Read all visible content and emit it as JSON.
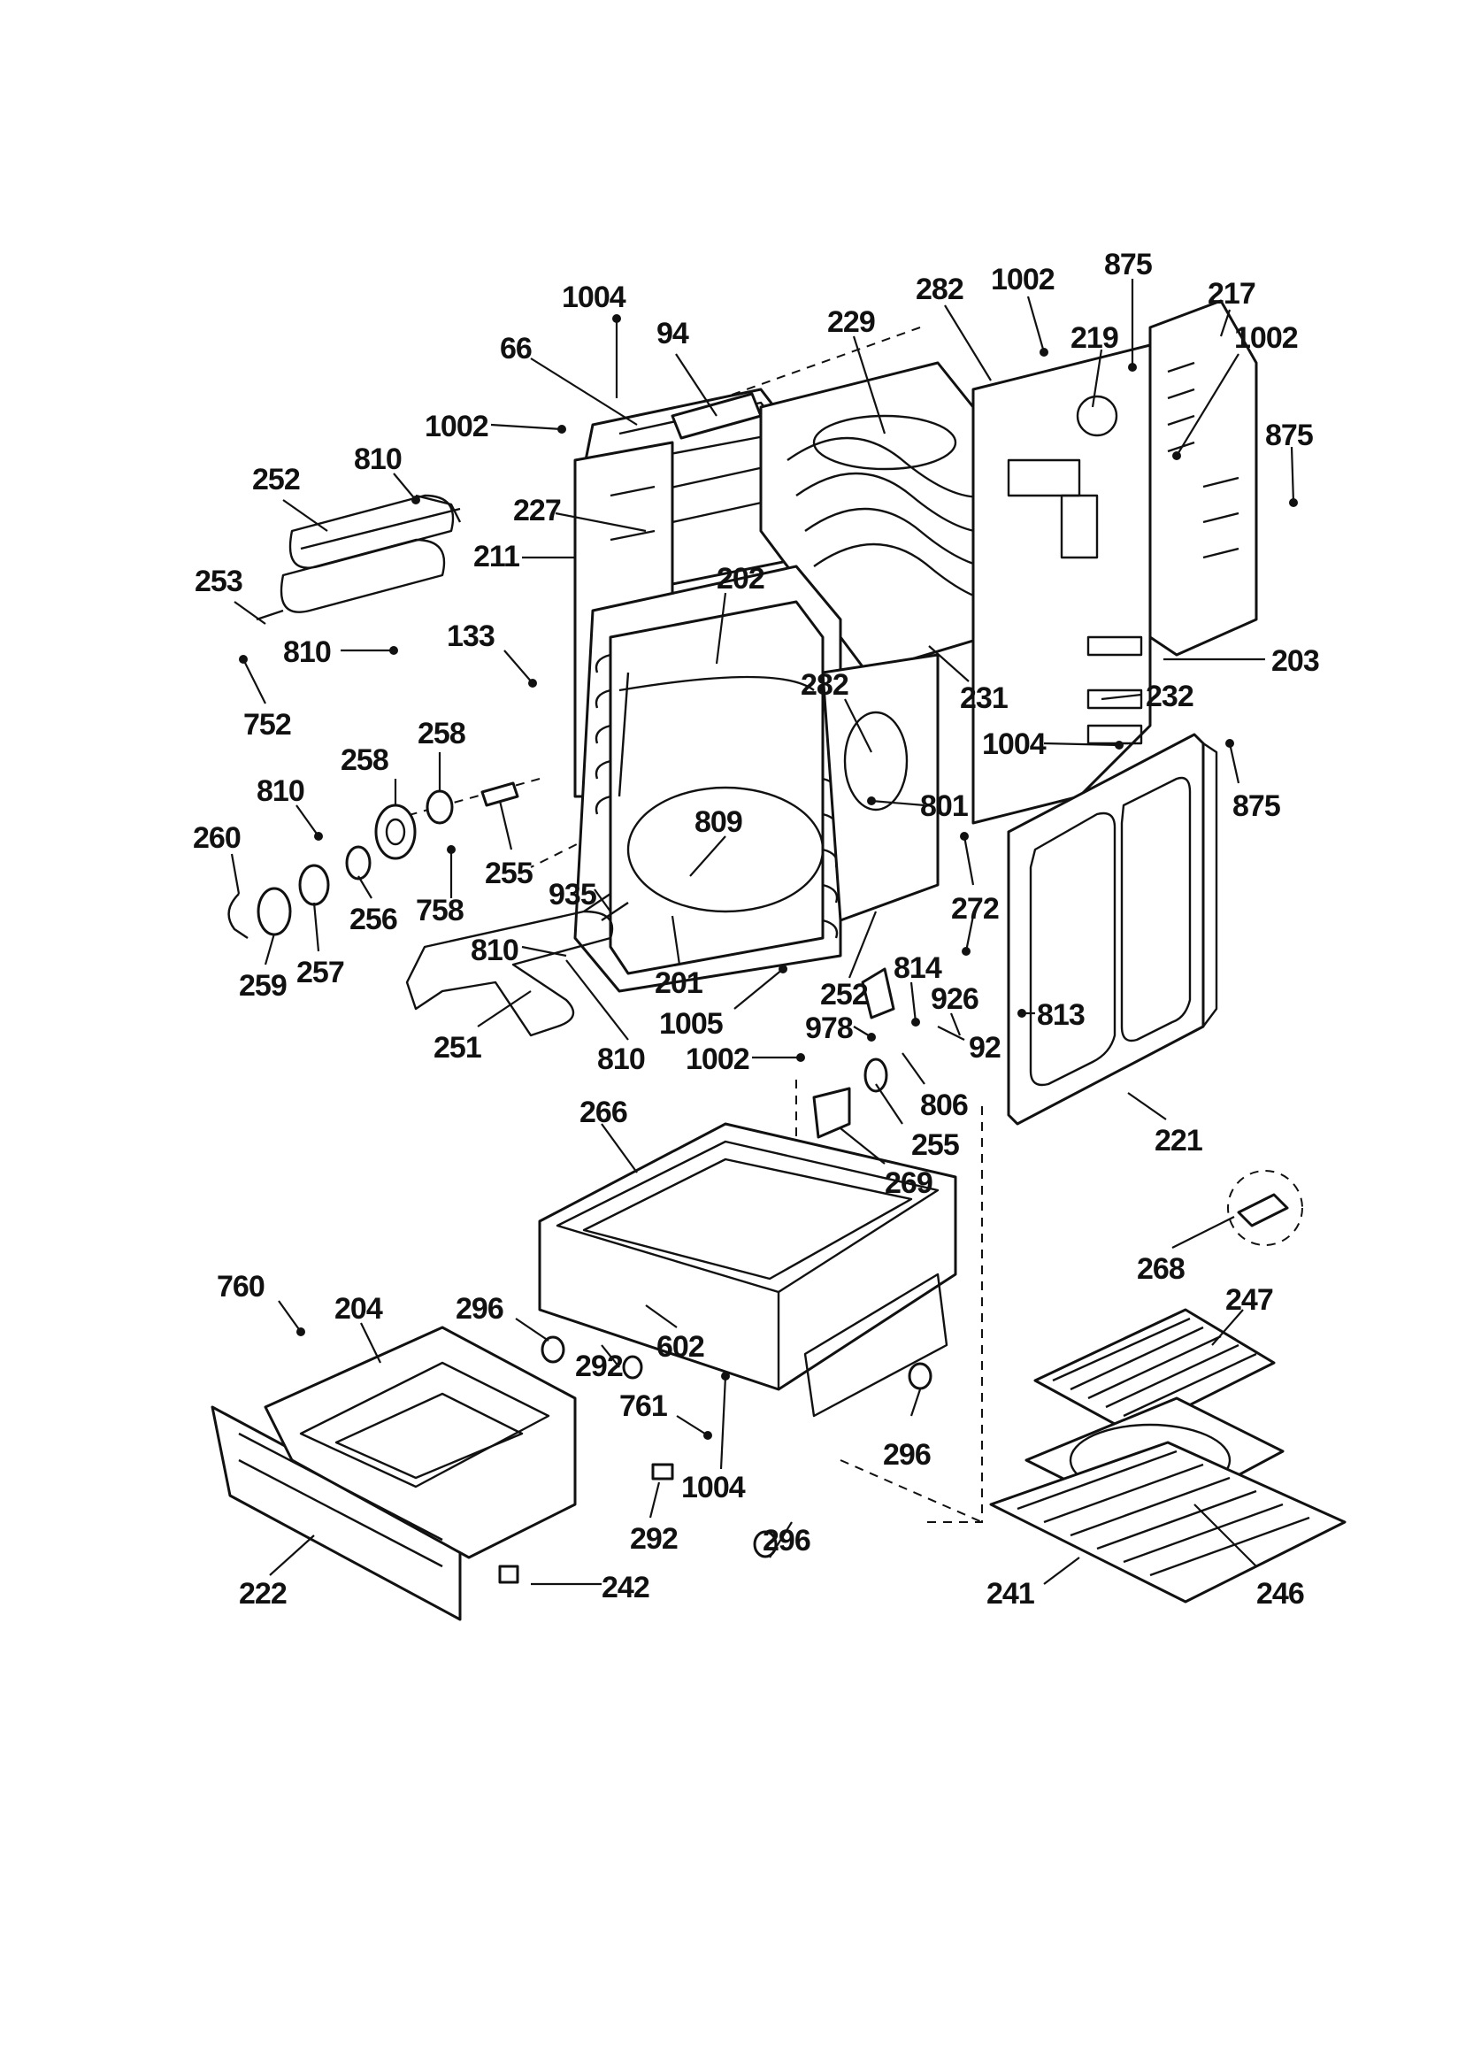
{
  "diagram": {
    "callouts": [
      {
        "id": "c1004a",
        "text": "1004"
      },
      {
        "id": "c94",
        "text": "94"
      },
      {
        "id": "c66",
        "text": "66"
      },
      {
        "id": "c1002a",
        "text": "1002"
      },
      {
        "id": "c229",
        "text": "229"
      },
      {
        "id": "c282a",
        "text": "282"
      },
      {
        "id": "c1002b",
        "text": "1002"
      },
      {
        "id": "c875a",
        "text": "875"
      },
      {
        "id": "c219",
        "text": "219"
      },
      {
        "id": "c217",
        "text": "217"
      },
      {
        "id": "c1002c",
        "text": "1002"
      },
      {
        "id": "c875b",
        "text": "875"
      },
      {
        "id": "c252a",
        "text": "252"
      },
      {
        "id": "c810a",
        "text": "810"
      },
      {
        "id": "c227",
        "text": "227"
      },
      {
        "id": "c211",
        "text": "211"
      },
      {
        "id": "c202",
        "text": "202"
      },
      {
        "id": "c253",
        "text": "253"
      },
      {
        "id": "c810b",
        "text": "810"
      },
      {
        "id": "c133",
        "text": "133"
      },
      {
        "id": "c752",
        "text": "752"
      },
      {
        "id": "c231",
        "text": "231"
      },
      {
        "id": "c203",
        "text": "203"
      },
      {
        "id": "c232",
        "text": "232"
      },
      {
        "id": "c282b",
        "text": "282"
      },
      {
        "id": "c1004b",
        "text": "1004"
      },
      {
        "id": "c875c",
        "text": "875"
      },
      {
        "id": "c258a",
        "text": "258"
      },
      {
        "id": "c258b",
        "text": "258"
      },
      {
        "id": "c810c",
        "text": "810"
      },
      {
        "id": "c801",
        "text": "801"
      },
      {
        "id": "c809",
        "text": "809"
      },
      {
        "id": "c260",
        "text": "260"
      },
      {
        "id": "c255a",
        "text": "255"
      },
      {
        "id": "c256",
        "text": "256"
      },
      {
        "id": "c758",
        "text": "758"
      },
      {
        "id": "c935",
        "text": "935"
      },
      {
        "id": "c272",
        "text": "272"
      },
      {
        "id": "c259",
        "text": "259"
      },
      {
        "id": "c257",
        "text": "257"
      },
      {
        "id": "c810d",
        "text": "810"
      },
      {
        "id": "c201",
        "text": "201"
      },
      {
        "id": "c252b",
        "text": "252"
      },
      {
        "id": "c814",
        "text": "814"
      },
      {
        "id": "c926",
        "text": "926"
      },
      {
        "id": "c251",
        "text": "251"
      },
      {
        "id": "c810e",
        "text": "810"
      },
      {
        "id": "c1005",
        "text": "1005"
      },
      {
        "id": "c813",
        "text": "813"
      },
      {
        "id": "c978",
        "text": "978"
      },
      {
        "id": "c1002d",
        "text": "1002"
      },
      {
        "id": "c92",
        "text": "92"
      },
      {
        "id": "c806",
        "text": "806"
      },
      {
        "id": "c255b",
        "text": "255"
      },
      {
        "id": "c221",
        "text": "221"
      },
      {
        "id": "c266",
        "text": "266"
      },
      {
        "id": "c269",
        "text": "269"
      },
      {
        "id": "c268",
        "text": "268"
      },
      {
        "id": "c760",
        "text": "760"
      },
      {
        "id": "c204",
        "text": "204"
      },
      {
        "id": "c296a",
        "text": "296"
      },
      {
        "id": "c247",
        "text": "247"
      },
      {
        "id": "c292a",
        "text": "292"
      },
      {
        "id": "c602",
        "text": "602"
      },
      {
        "id": "c761",
        "text": "761"
      },
      {
        "id": "c296b",
        "text": "296"
      },
      {
        "id": "c1004c",
        "text": "1004"
      },
      {
        "id": "c292b",
        "text": "292"
      },
      {
        "id": "c296c",
        "text": "296"
      },
      {
        "id": "c241",
        "text": "241"
      },
      {
        "id": "c246",
        "text": "246"
      },
      {
        "id": "c222",
        "text": "222"
      },
      {
        "id": "c242",
        "text": "242"
      }
    ]
  }
}
